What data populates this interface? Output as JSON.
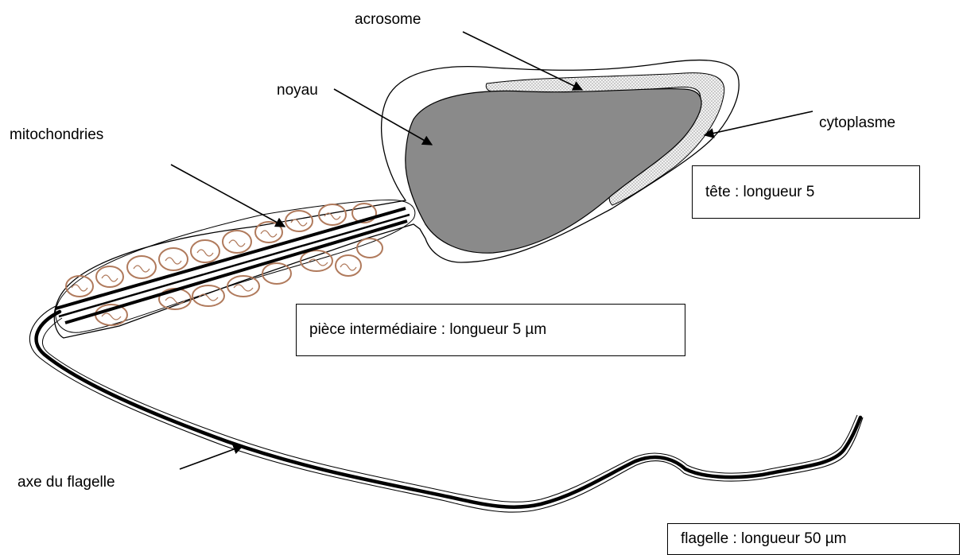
{
  "labels": {
    "acrosome": "acrosome",
    "noyau": "noyau",
    "cytoplasme": "cytoplasme",
    "mitochondries": "mitochondries",
    "axe_flagelle": "axe du flagelle"
  },
  "boxes": {
    "tete": "tête : longueur 5",
    "piece_intermediaire": "pièce intermédiaire : longueur 5 µm",
    "flagelle": "flagelle : longueur 50 µm"
  },
  "colors": {
    "nucleus": "#8a8a8a",
    "mitochondria": "#b07a5c",
    "outline": "#000000",
    "acrosome_fill": "#dedede"
  }
}
